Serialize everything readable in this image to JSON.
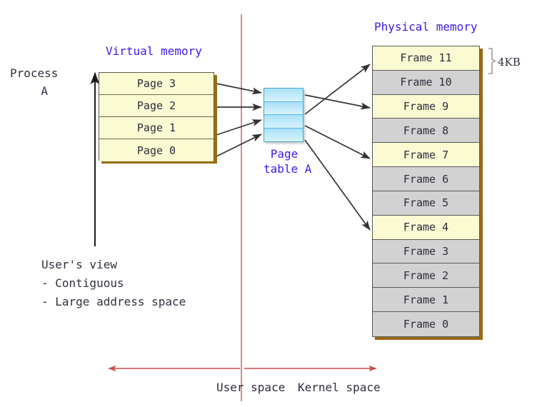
{
  "diagram": {
    "titles": {
      "virtual_memory": "Virtual memory",
      "physical_memory": "Physical memory",
      "page_table": "Page\ntable A"
    },
    "process_label": "Process\n   A",
    "virtual_memory": {
      "pages": [
        "Page 3",
        "Page 2",
        "Page 1",
        "Page 0"
      ]
    },
    "page_table": {
      "entry_count": 4
    },
    "physical_memory": {
      "frames": [
        {
          "label": "Frame 11",
          "used": true
        },
        {
          "label": "Frame 10",
          "used": false
        },
        {
          "label": "Frame 9",
          "used": true
        },
        {
          "label": "Frame 8",
          "used": false
        },
        {
          "label": "Frame 7",
          "used": true
        },
        {
          "label": "Frame 6",
          "used": false
        },
        {
          "label": "Frame 5",
          "used": false
        },
        {
          "label": "Frame 4",
          "used": true
        },
        {
          "label": "Frame 3",
          "used": false
        },
        {
          "label": "Frame 2",
          "used": false
        },
        {
          "label": "Frame 1",
          "used": false
        },
        {
          "label": "Frame 0",
          "used": false
        }
      ],
      "frame_size_label": "4KB"
    },
    "notes": {
      "users_view": "User's view\n- Contiguous\n- Large address space"
    },
    "space_bands": {
      "user": "User space",
      "kernel": "Kernel space"
    },
    "colors": {
      "title_blue": "#3b18f0",
      "divider_red": "#cc4b4b",
      "used_frame": "#fbfbd3",
      "free_frame": "#d2d2d2",
      "page_table_blue": "#bfe9fa",
      "box_shadow_brown": "#9a6a12",
      "arrow_dark": "#333333"
    },
    "mapping": [
      {
        "from": "Page 3",
        "to": "Frame 9"
      },
      {
        "from": "Page 2",
        "to": "Frame 11"
      },
      {
        "from": "Page 1",
        "to": "Frame 7"
      },
      {
        "from": "Page 0",
        "to": "Frame 4"
      }
    ]
  }
}
